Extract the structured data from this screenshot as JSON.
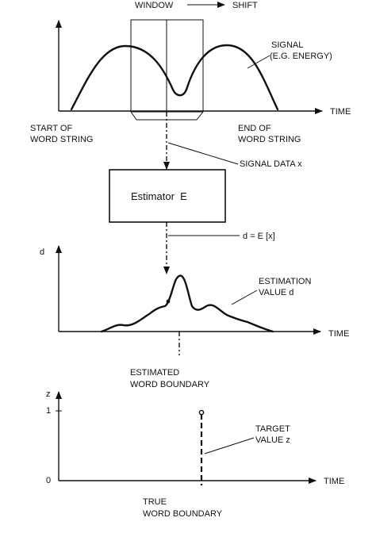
{
  "labels": {
    "window": "WINDOW",
    "shift": "SHIFT",
    "signal_line1": "SIGNAL",
    "signal_line2": "(E.G. ENERGY)",
    "time_top": "TIME",
    "start_line1": "START OF",
    "start_line2": "WORD STRING",
    "end_line1": "END OF",
    "end_line2": "WORD STRING",
    "signal_data": "SIGNAL DATA x",
    "estimator": "Estimator  E",
    "d_formula": "d = E [x]",
    "d_axis": "d",
    "estimation_line1": "ESTIMATION",
    "estimation_line2": "VALUE d",
    "time_middle": "TIME",
    "estimated_line1": "ESTIMATED",
    "estimated_line2": "WORD BOUNDARY",
    "z_axis": "z",
    "tick_one": "1",
    "tick_zero": "0",
    "target_line1": "TARGET",
    "target_line2": "VALUE z",
    "time_bottom": "TIME",
    "true_line1": "TRUE",
    "true_line2": "WORD BOUNDARY"
  }
}
